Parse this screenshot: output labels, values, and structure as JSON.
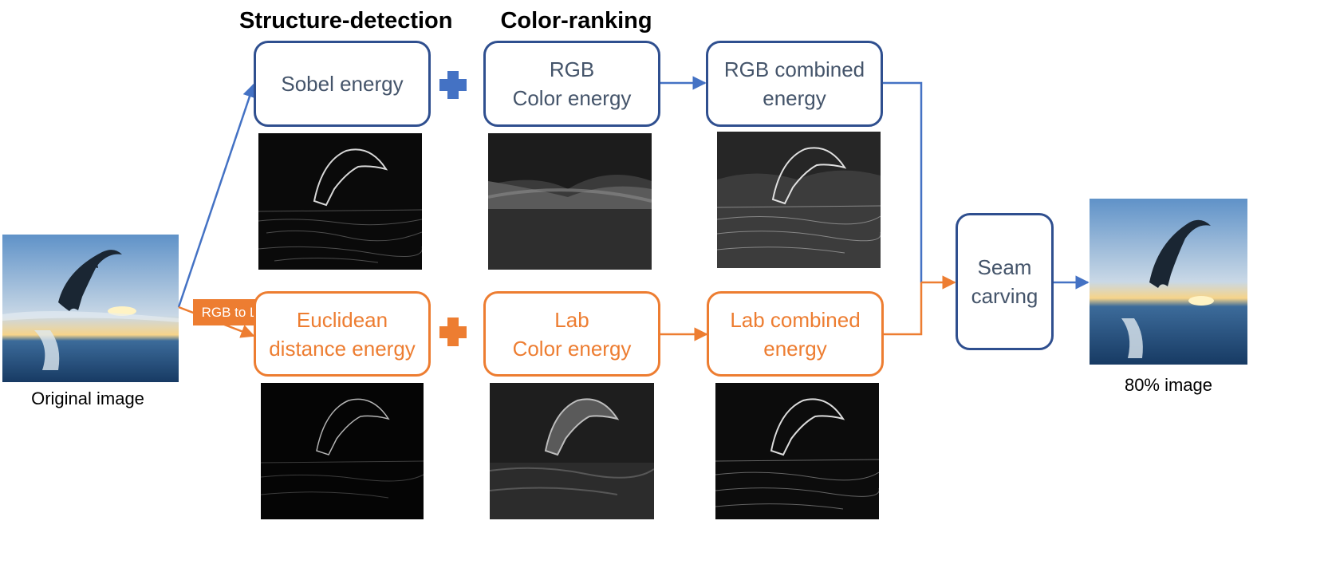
{
  "headers": {
    "structure": "Structure-detection",
    "color": "Color-ranking"
  },
  "boxes": {
    "sobel": "Sobel energy",
    "rgb_color": "RGB\nColor energy",
    "rgb_combined": "RGB combined\nenergy",
    "euclidean": "Euclidean\ndistance energy",
    "lab_color": "Lab\nColor energy",
    "lab_combined": "Lab combined\nenergy",
    "seam": "Seam\ncarving"
  },
  "tag": "RGB to Lab",
  "captions": {
    "original": "Original image",
    "result": "80% image"
  },
  "colors": {
    "blue_border": "#2f4f8f",
    "blue_text": "#44546a",
    "blue_arrow": "#4472c4",
    "orange": "#ed7d31"
  }
}
